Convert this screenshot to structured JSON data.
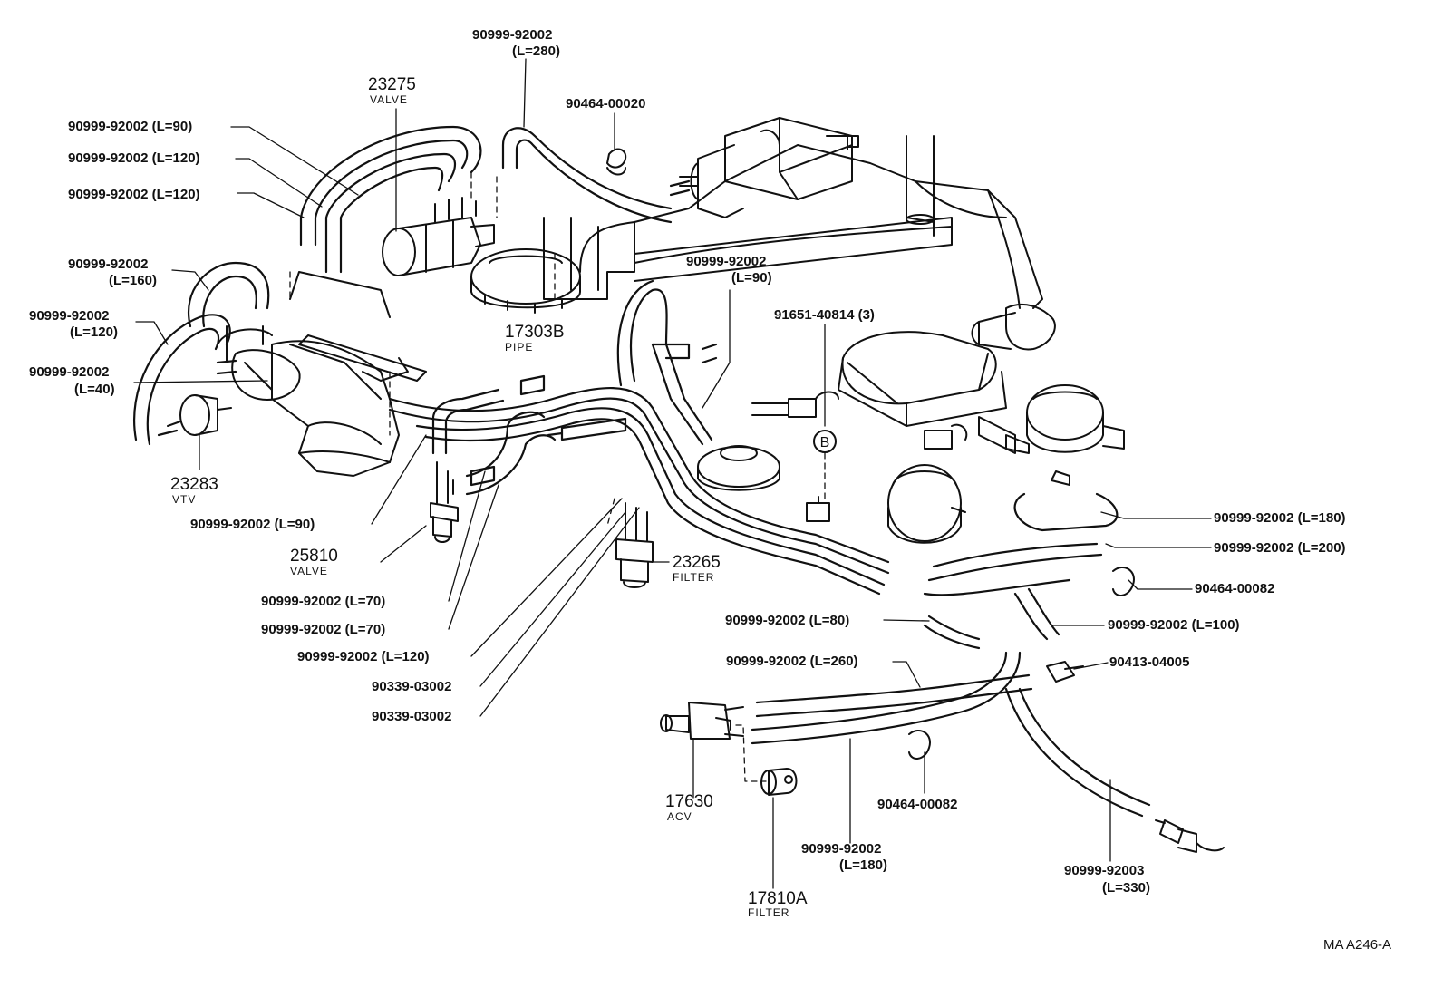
{
  "diagram": {
    "drawing_code": "MA  A246-A",
    "callout_B": "B",
    "parts": [
      {
        "id": "p1",
        "number": "90999-92002",
        "note": "(L=280)"
      },
      {
        "id": "p2",
        "number": "23275",
        "note": "VALVE"
      },
      {
        "id": "p3",
        "number": "90464-00020",
        "note": ""
      },
      {
        "id": "p4",
        "number": "90999-92002 (L=90)",
        "note": ""
      },
      {
        "id": "p5",
        "number": "90999-92002 (L=120)",
        "note": ""
      },
      {
        "id": "p6",
        "number": "90999-92002 (L=120)",
        "note": ""
      },
      {
        "id": "p7",
        "number": "90999-92002",
        "note": "(L=160)"
      },
      {
        "id": "p8",
        "number": "90999-92002",
        "note": "(L=120)"
      },
      {
        "id": "p9",
        "number": "90999-92002",
        "note": "(L=40)"
      },
      {
        "id": "p10",
        "number": "23283",
        "note": "VTV"
      },
      {
        "id": "p11",
        "number": "90999-92002",
        "note": "(L=90)"
      },
      {
        "id": "p12",
        "number": "17303B",
        "note": "PIPE"
      },
      {
        "id": "p13",
        "number": "91651-40814 (3)",
        "note": ""
      },
      {
        "id": "p14",
        "number": "90999-92002 (L=90)",
        "note": ""
      },
      {
        "id": "p15",
        "number": "25810",
        "note": "VALVE"
      },
      {
        "id": "p16",
        "number": "23265",
        "note": "FILTER"
      },
      {
        "id": "p17",
        "number": "90999-92002 (L=70)",
        "note": ""
      },
      {
        "id": "p18",
        "number": "90999-92002 (L=70)",
        "note": ""
      },
      {
        "id": "p19",
        "number": "90999-92002 (L=120)",
        "note": ""
      },
      {
        "id": "p20",
        "number": "90339-03002",
        "note": ""
      },
      {
        "id": "p21",
        "number": "90339-03002",
        "note": ""
      },
      {
        "id": "p22",
        "number": "90999-92002 (L=180)",
        "note": ""
      },
      {
        "id": "p23",
        "number": "90999-92002 (L=200)",
        "note": ""
      },
      {
        "id": "p24",
        "number": "90464-00082",
        "note": ""
      },
      {
        "id": "p25",
        "number": "90999-92002 (L=80)",
        "note": ""
      },
      {
        "id": "p26",
        "number": "90999-92002 (L=100)",
        "note": ""
      },
      {
        "id": "p27",
        "number": "90999-92002 (L=260)",
        "note": ""
      },
      {
        "id": "p28",
        "number": "90413-04005",
        "note": ""
      },
      {
        "id": "p29",
        "number": "17630",
        "note": "ACV"
      },
      {
        "id": "p30",
        "number": "90464-00082",
        "note": ""
      },
      {
        "id": "p31",
        "number": "90999-92002",
        "note": "(L=180)"
      },
      {
        "id": "p32",
        "number": "17810A",
        "note": "FILTER"
      },
      {
        "id": "p33",
        "number": "90999-92003",
        "note": "(L=330)"
      }
    ]
  }
}
